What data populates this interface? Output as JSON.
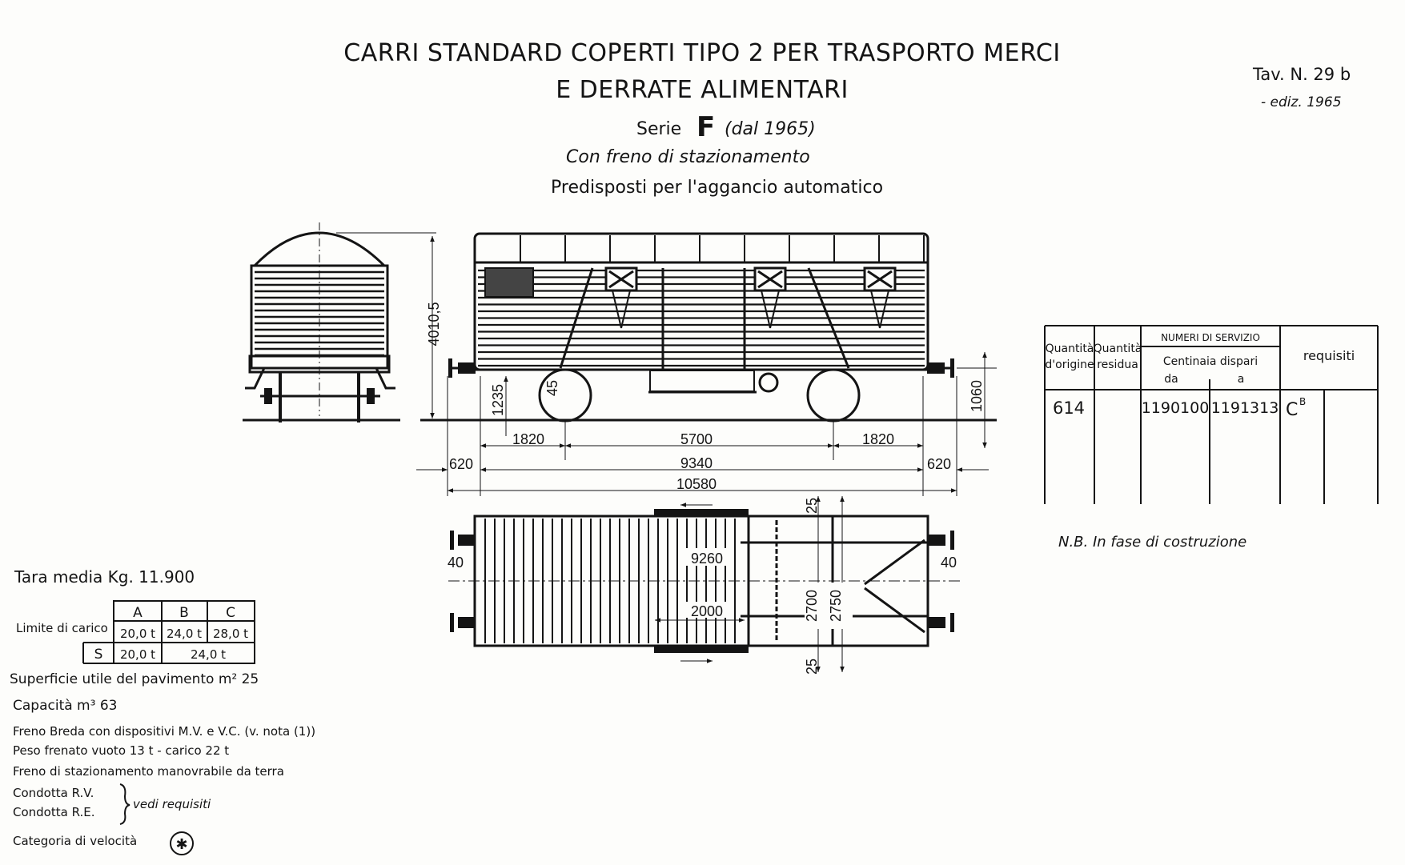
{
  "header": {
    "title_line1": "CARRI STANDARD COPERTI TIPO 2 PER TRASPORTO MERCI",
    "title_line2": "E DERRATE ALIMENTARI",
    "serie_label": "Serie",
    "serie_letter": "F",
    "serie_year": "(dal 1965)",
    "subtitle1": "Con freno di stazionamento",
    "subtitle2": "Predisposti per l'aggancio automatico"
  },
  "plate": {
    "tav": "Tav. N. 29 b",
    "ediz": "- ediz. 1965"
  },
  "dimensions": {
    "height": "4010,5",
    "floor_height": "1235",
    "step": "45",
    "buffer_height": "1060",
    "overhang_left": "1820",
    "wheelbase": "5700",
    "overhang_right": "1820",
    "buffer_left": "620",
    "length_over_frame": "9340",
    "buffer_right": "620",
    "length_over_buffers": "10580",
    "inner_length": "9260",
    "door_width": "2000",
    "inner_width": "2700",
    "outer_width": "2750",
    "wall_top": "25",
    "wall_bottom": "25",
    "end_left": "40",
    "end_right": "40"
  },
  "specs": {
    "tara": "Tara media  Kg. 11.900",
    "load_limit_label": "Limite di carico",
    "load_table": {
      "headers": [
        "A",
        "B",
        "C"
      ],
      "row1": [
        "20,0 t",
        "24,0 t",
        "28,0 t"
      ],
      "row2_label": "S",
      "row2": [
        "20,0 t",
        "24,0 t"
      ]
    },
    "lines": [
      "Superficie utile del pavimento m² 25",
      "Capacità m³ 63",
      "Freno Breda con dispositivi M.V. e V.C. (v. nota (1))",
      "Peso frenato vuoto 13 t  -  carico 22 t",
      "Freno di stazionamento manovrabile da terra",
      "Condotta R.V.",
      "Condotta R.E."
    ],
    "vedi": "vedi requisiti",
    "speed_label": "Categoria di velocità",
    "speed_symbol": "✱"
  },
  "service_table": {
    "col_origin": [
      "Quantità",
      "d'origine"
    ],
    "col_residual": [
      "Quantità",
      "residua"
    ],
    "numbers_header": "NUMERI DI SERVIZIO",
    "centinaia": "Centinaia dispari",
    "da": "da",
    "a": "a",
    "requisiti": "requisiti",
    "row": {
      "origin": "614",
      "residual": "",
      "from": "1190100",
      "to": "1191313",
      "req": "C",
      "req_sup": "B"
    }
  },
  "note": "N.B. In fase di costruzione"
}
